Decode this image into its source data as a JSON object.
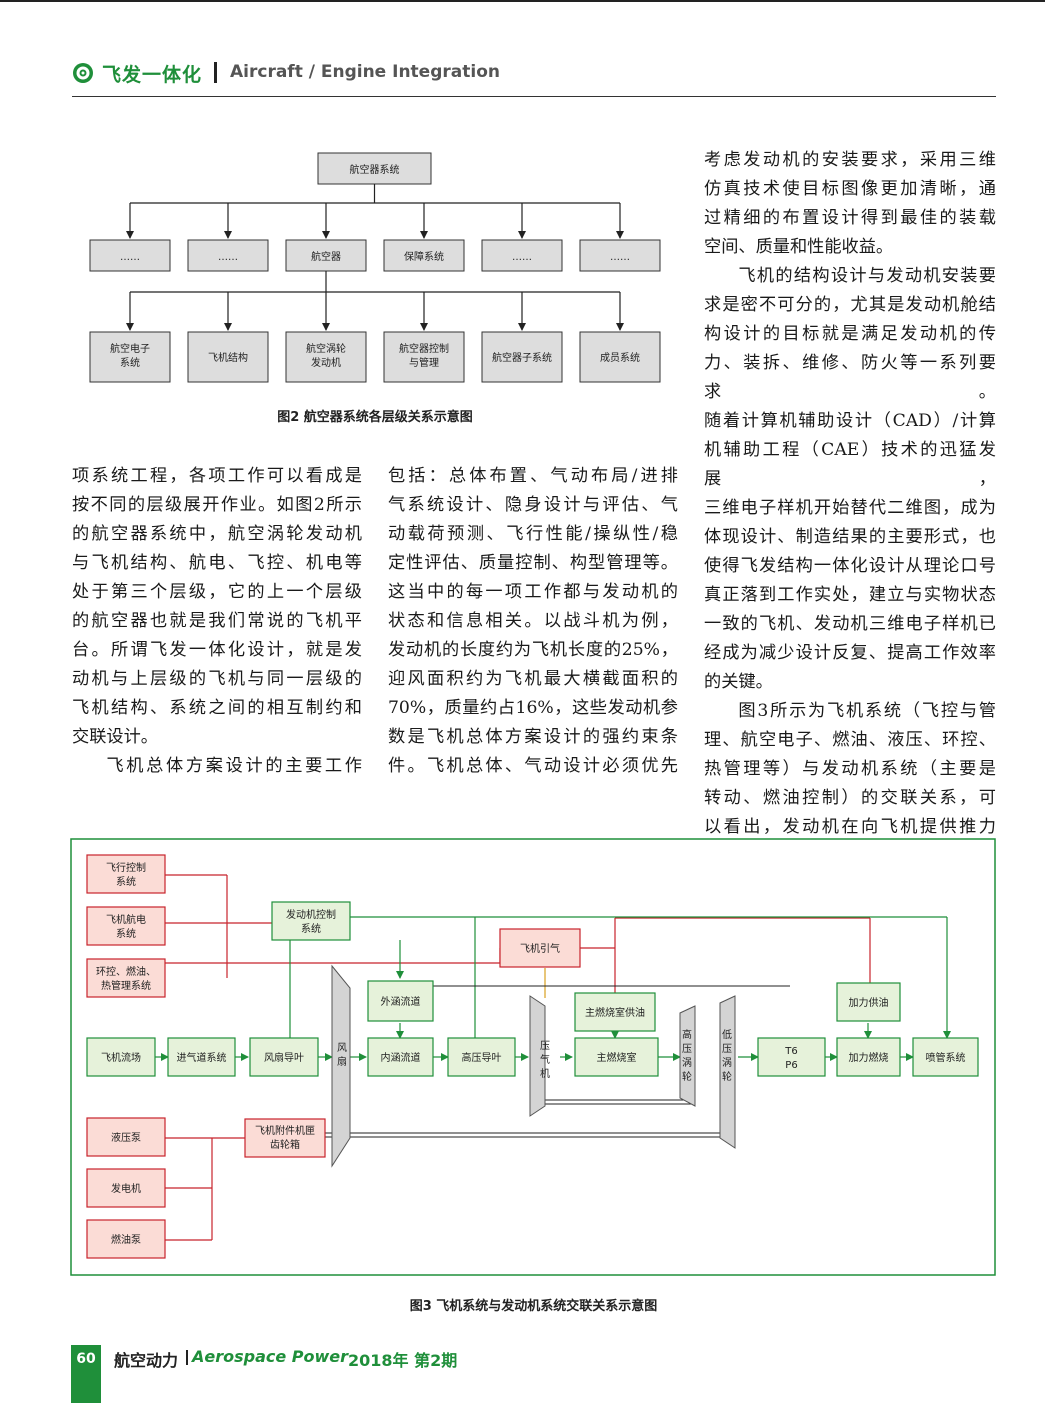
{
  "header": {
    "zh": "飞发一体化",
    "en": "Aircraft / Engine Integration"
  },
  "fig2": {
    "root": "航空器系统",
    "level2": [
      "……",
      "……",
      "航空器",
      "保障系统",
      "……",
      "……"
    ],
    "level3": [
      {
        "l1": "航空电子",
        "l2": "系统"
      },
      {
        "l1": "飞机结构",
        "l2": ""
      },
      {
        "l1": "航空涡轮",
        "l2": "发动机"
      },
      {
        "l1": "航空器控制",
        "l2": "与管理"
      },
      {
        "l1": "航空器子系统",
        "l2": ""
      },
      {
        "l1": "成员系统",
        "l2": ""
      }
    ],
    "caption": "图2 航空器系统各层级关系示意图"
  },
  "col1": [
    "项系统工程，各项工作可以看成是",
    "按不同的层级展开作业。如图2所示",
    "的航空器系统中，航空涡轮发动机",
    "与飞机结构、航电、飞控、机电等",
    "处于第三个层级，它的上一个层级",
    "的航空器也就是我们常说的飞机平",
    "台。所谓飞发一体化设计，就是发",
    "动机与上层级的飞机与同一层级的",
    "飞机结构、系统之间的相互制约和",
    "交联设计。",
    "飞机总体方案设计的主要工作"
  ],
  "col2": [
    "包括：总体布置、气动布局/进排",
    "气系统设计、隐身设计与评估、气",
    "动载荷预测、飞行性能/操纵性/稳",
    "定性评估、质量控制、构型管理等。",
    "这当中的每一项工作都与发动机的",
    "状态和信息相关。以战斗机为例，",
    "发动机的长度约为飞机长度的25%，",
    "迎风面积约为飞机最大横截面积的",
    "70%，质量约占16%，这些发动机参",
    "数是飞机总体方案设计的强约束条",
    "件。飞机总体、气动设计必须优先"
  ],
  "col3": [
    "考虑发动机的安装要求，采用三维",
    "仿真技术使目标图像更加清晰，通",
    "过精细的布置设计得到最佳的装载",
    "空间、质量和性能收益。",
    "飞机的结构设计与发动机安装要",
    "求是密不可分的，尤其是发动机舱结",
    "构设计的目标就是满足发动机的传",
    "力、装拆、维修、防火等一系列要求。",
    "随着计算机辅助设计（CAD）/计算",
    "机辅助工程（CAE）技术的迅猛发展，",
    "三维电子样机开始替代二维图，成为",
    "体现设计、制造结果的主要形式，也",
    "使得飞发结构一体化设计从理论口号",
    "真正落到工作实处，建立与实物状态",
    "一致的飞机、发动机三维电子样机已",
    "经成为减少设计反复、提高工作效率",
    "的关键。",
    "图3所示为飞机系统（飞控与管",
    "理、航空电子、燃油、液压、环控、",
    "热管理等）与发动机系统（主要是",
    "转动、燃油控制）的交联关系，可",
    "以看出，发动机在向飞机提供推力"
  ],
  "fig3": {
    "flight_control": [
      "飞行控制",
      "系统"
    ],
    "avionics": [
      "飞机航电",
      "系统"
    ],
    "ecs": [
      "环控、燃油、",
      "热管理系统"
    ],
    "engine_control": [
      "发动机控制",
      "系统"
    ],
    "bleed": "飞机引气",
    "outer_duct": "外涵流道",
    "main_comb_fuel": "主燃烧室供油",
    "ab_fuel": "加力供油",
    "aircraft_flow": "飞机流场",
    "inlet": "进气道系统",
    "fan_guide": "风扇导叶",
    "fan": [
      "风",
      "扇"
    ],
    "inner_duct": "内涵流道",
    "hp_guide": "高压导叶",
    "compressor": [
      "压",
      "气",
      "机"
    ],
    "main_comb": "主燃烧室",
    "hpt": [
      "高",
      "压",
      "涡",
      "轮"
    ],
    "lpt": [
      "低",
      "压",
      "涡",
      "轮"
    ],
    "t6p6": [
      "T6",
      "P6"
    ],
    "afterburner": "加力燃烧",
    "nozzle": "喷管系统",
    "hyd_pump": "液压泵",
    "generator": "发电机",
    "fuel_pump": "燃油泵",
    "gearbox": [
      "飞机附件机匣",
      "齿轮箱"
    ],
    "caption": "图3 飞机系统与发动机系统交联关系示意图"
  },
  "footer": {
    "page": "60",
    "journal_zh": "航空动力",
    "journal_en": "Aerospace Power",
    "issue": "2018年 第2期"
  },
  "colors": {
    "green": "#1f8f3a",
    "green_fill": "#e6f2da",
    "red": "#c8232c",
    "red_fill": "#fbdcd6",
    "gray_fill": "#d4d4d4"
  }
}
